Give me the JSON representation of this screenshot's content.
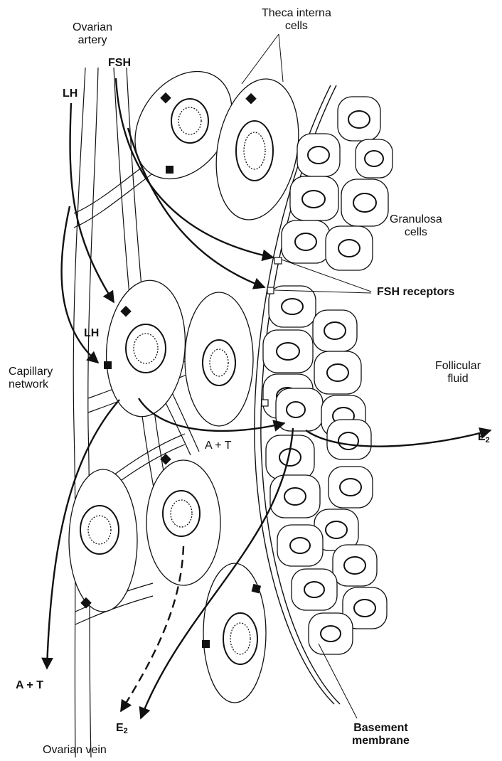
{
  "labels": {
    "ovarian_artery_1": "Ovarian",
    "ovarian_artery_2": "artery",
    "theca_1": "Theca interna",
    "theca_2": "cells",
    "fsh": "FSH",
    "lh_top": "LH",
    "lh_mid": "LH",
    "granulosa_1": "Granulosa",
    "granulosa_2": "cells",
    "fsh_receptors": "FSH receptors",
    "capillary_1": "Capillary",
    "capillary_2": "network",
    "follicular_1": "Follicular",
    "follicular_2": "fluid",
    "a_plus_t_mid": "A + T",
    "e2_right": "E",
    "e2_right_sub": "2",
    "a_plus_t_bottom": "A + T",
    "e2_bottom": "E",
    "e2_bottom_sub": "2",
    "basement_1": "Basement",
    "basement_2": "membrane",
    "ovarian_vein": "Ovarian vein"
  },
  "colors": {
    "ink": "#111111",
    "cell_fill": "#ffffff",
    "background": "#ffffff"
  }
}
